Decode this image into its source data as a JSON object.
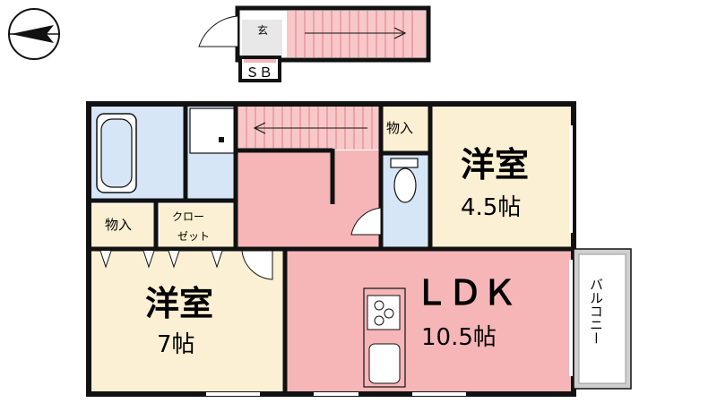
{
  "labels": {
    "genkan": "玄",
    "shoe_box": "ＳＢ",
    "storage_top": "物入",
    "storage_left": "物入",
    "closet_line1": "クロー",
    "closet_line2": "ゼット",
    "room_east_name": "洋室",
    "room_east_size": "4.5帖",
    "room_west_name": "洋室",
    "room_west_size": "7帖",
    "ldk_name": "ＬＤＫ",
    "ldk_size": "10.5帖",
    "balcony": "バルコニー"
  },
  "colors": {
    "wall": "#111111",
    "bath_blue": "#d6e6f7",
    "room_cream": "#fbf0d3",
    "ldk_pink": "#f6b6b8",
    "stair_pink": "#f8c8c8",
    "balcony_gray": "#cfcfcf",
    "white": "#ffffff"
  },
  "icons": {
    "compass": "north-arrow-icon"
  }
}
